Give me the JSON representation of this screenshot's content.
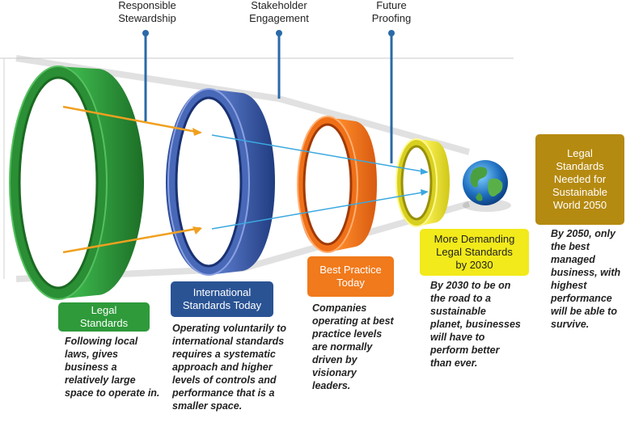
{
  "top_labels": {
    "responsible": "Responsible\nStewardship",
    "stakeholder": "Stakeholder\nEngagement",
    "future": "Future\nProofing"
  },
  "stages": [
    {
      "label": "Legal\nStandards",
      "color": "#2e9a3a",
      "desc": "Following local laws, gives business a relatively large space to operate in."
    },
    {
      "label": "International\nStandards Today",
      "color": "#2a5394",
      "desc": "Operating voluntarily to international standards requires a systematic approach and higher levels of controls and performance that is a smaller space."
    },
    {
      "label": "Best Practice\nToday",
      "color": "#f07a1c",
      "desc": "Companies operating at best practice levels are normally driven by visionary leaders."
    },
    {
      "label": "More Demanding\nLegal Standards\nby 2030",
      "color": "#f2ea1a",
      "desc": "By 2030 to be on the road to a sustainable planet, businesses will have to perform better than ever."
    },
    {
      "label": "Legal\nStandards\nNeeded for\nSustainable\nWorld 2050",
      "color": "#b58a10",
      "desc": "By 2050, only the best managed business, with highest performance will be able to survive."
    }
  ],
  "colors": {
    "ring1": "#2e9a3a",
    "ring2": "#3f5fae",
    "ring3": "#f06b10",
    "ring4": "#e8e22a",
    "arrow_orange": "#f0a020",
    "arrow_blue": "#3aa8e0",
    "pin": "#2a6aa8"
  }
}
